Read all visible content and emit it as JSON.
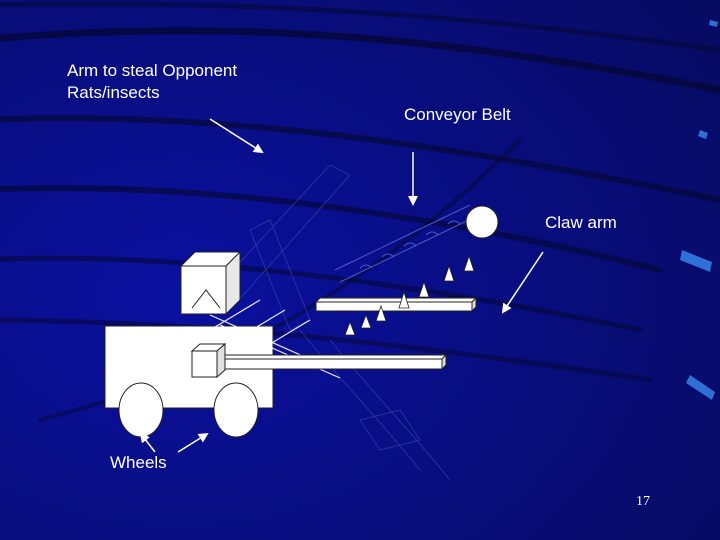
{
  "slide": {
    "background_color": "#0a0f7a",
    "accent_color": "#2f6fd6",
    "page_number": "17"
  },
  "labels": {
    "arm_line1": "Arm to steal Opponent",
    "arm_line2": "Rats/insects",
    "conveyor": "Conveyor Belt",
    "claw": "Claw arm",
    "wheels": "Wheels"
  }
}
